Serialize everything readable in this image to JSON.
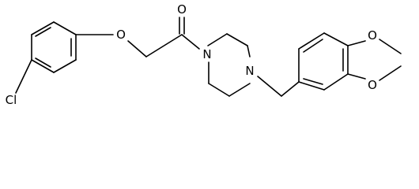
{
  "atoms": {
    "o_carbonyl": "O",
    "o_ether": "O",
    "chlorine": "Cl",
    "n_amide": "N",
    "n_amine": "N",
    "o_dioxole_top": "O",
    "o_dioxole_bottom": "O"
  },
  "colors": {
    "bond": "#000000",
    "text": "#000000",
    "background": "#ffffff"
  }
}
